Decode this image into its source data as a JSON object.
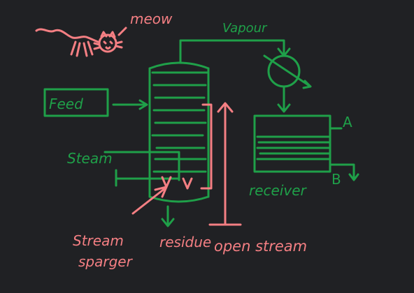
{
  "labels": {
    "meow": "meow",
    "vapour": "Vapour",
    "feed": "Feed",
    "steam": "Steam",
    "stream_sparger_line1": "Stream",
    "stream_sparger_line2": "sparger",
    "residue": "residue",
    "open_stream": "open stream",
    "receiver": "receiver",
    "outlet_a": "A",
    "outlet_b": "B"
  },
  "colors": {
    "background": "#202124",
    "process": "#1fa049",
    "annotation": "#f47f83"
  }
}
